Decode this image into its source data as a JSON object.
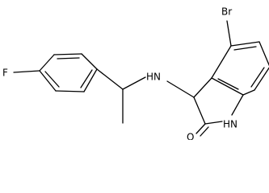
{
  "molecule": {
    "atoms": {
      "bromine": "Br",
      "fluorine": "F",
      "amine": "HN",
      "lactam_nitrogen": "HN",
      "carbonyl_oxygen": "O"
    }
  }
}
